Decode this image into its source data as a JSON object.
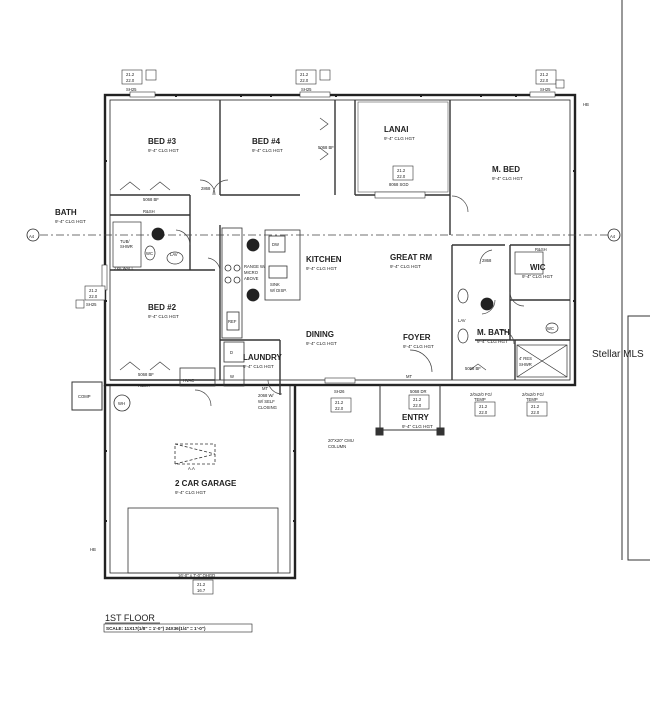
{
  "rooms": {
    "bed3": {
      "name": "BED #3",
      "clg": "9'-4\" CLG HGT"
    },
    "bed4": {
      "name": "BED #4",
      "clg": "9'-4\" CLG HGT"
    },
    "lanai": {
      "name": "LANAI",
      "clg": "9'-4\" CLG HGT"
    },
    "mbed": {
      "name": "M. BED",
      "clg": "9'-4\" CLG HGT"
    },
    "bath": {
      "name": "BATH",
      "clg": "9'-4\" CLG HGT"
    },
    "kitchen": {
      "name": "KITCHEN",
      "clg": "9'-4\" CLG HGT"
    },
    "great": {
      "name": "GREAT RM",
      "clg": "9'-4\" CLG HGT"
    },
    "wic": {
      "name": "WIC",
      "clg": "9'-4\" CLG HGT"
    },
    "bed2": {
      "name": "BED #2",
      "clg": "9'-4\" CLG HGT"
    },
    "dining": {
      "name": "DINING",
      "clg": "9'-4\" CLG HGT"
    },
    "foyer": {
      "name": "FOYER",
      "clg": "9'-4\" CLG HGT"
    },
    "mbath": {
      "name": "M. BATH",
      "clg": "9'-4\" CLG HGT"
    },
    "laundry": {
      "name": "LAUNDRY",
      "clg": "9'-4\" CLG HGT"
    },
    "entry": {
      "name": "ENTRY",
      "clg": "9'-4\" CLG HGT"
    },
    "garage": {
      "name": "2 CAR GARAGE",
      "clg": "9'-4\" CLG HGT"
    }
  },
  "notes": {
    "sh25": "SH25",
    "sh26": "SH26",
    "bf5068": "5068 BF",
    "sgd8068": "8068 SGD",
    "rsh": "R&SH",
    "tub_shwr": [
      "TUB/",
      "SHWR"
    ],
    "wall_2x6": "2X6 WALL",
    "wc": "WC",
    "lav": "LAV",
    "dw": "DW",
    "range": [
      "RANGE W/",
      "MICRO",
      "ABOVE"
    ],
    "sink": [
      "SINK",
      "W/ DISP."
    ],
    "ref": "REF",
    "d": "D",
    "w": "W",
    "hvac": "HVAC",
    "wh": "WH",
    "comp": "COMP",
    "mt": "MT",
    "res_shwr": [
      "4' RES",
      "SHWR"
    ],
    "door_2068": [
      "2068 W/",
      "W/ SELF",
      "CLOSING"
    ],
    "dr_5068": "5068 DR",
    "bf_5068_b": "5068 BF",
    "column": [
      "20\"X20\" CMU",
      "COLUMN"
    ],
    "ohgd": "16'-0\" x 7'-0\" OHGD",
    "fg_left": [
      "2/0x2/0 FG/",
      "TEMP"
    ],
    "fg_right": [
      "2/0x2/0 FG/",
      "TEMP"
    ],
    "hb": "HB",
    "aa": "A.A",
    "sec_ref": "A4",
    "win_top": "21.2",
    "win_bot": "22.0",
    "win_alt": "16.7",
    "door_n": "2868"
  },
  "footer": {
    "title": "1ST FLOOR",
    "scale": "SCALE: 11X17(1/8\" = 1'-0\")  24X36(1/4\" = 1'-0\")"
  },
  "watermark": "Stellar MLS"
}
